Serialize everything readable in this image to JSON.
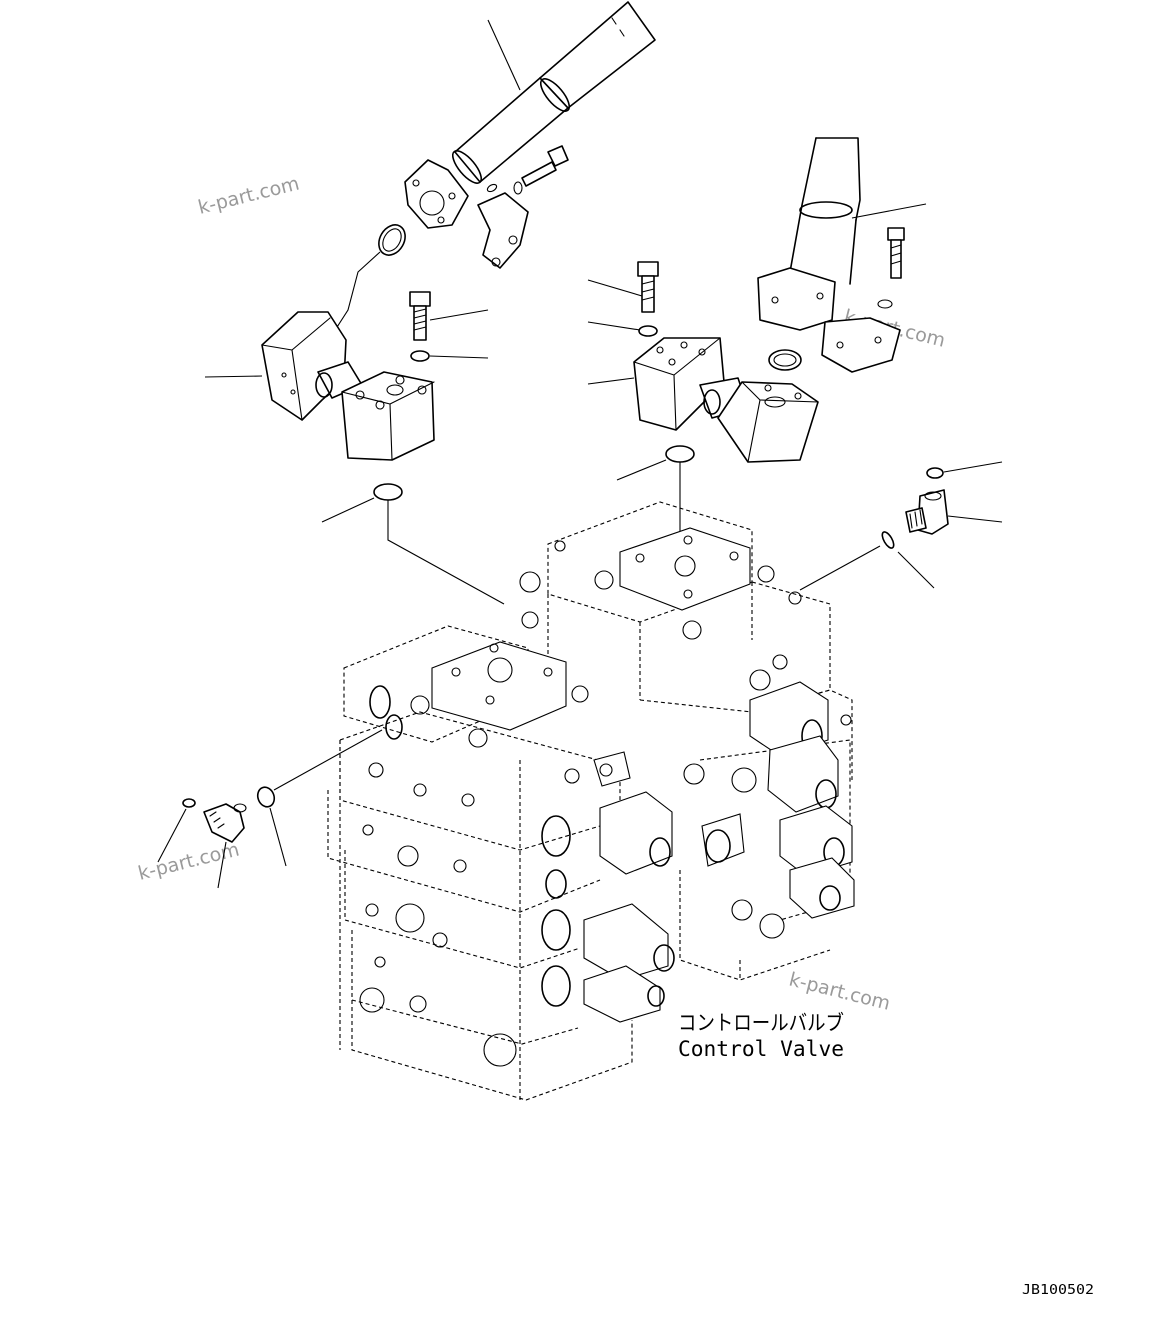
{
  "caption": {
    "jp": "コントロールバルブ",
    "en": "Control Valve"
  },
  "drawing_code": "JB100502",
  "watermark": "k-part.com",
  "line_color": "#000000",
  "watermark_color": "#9a9a9a"
}
